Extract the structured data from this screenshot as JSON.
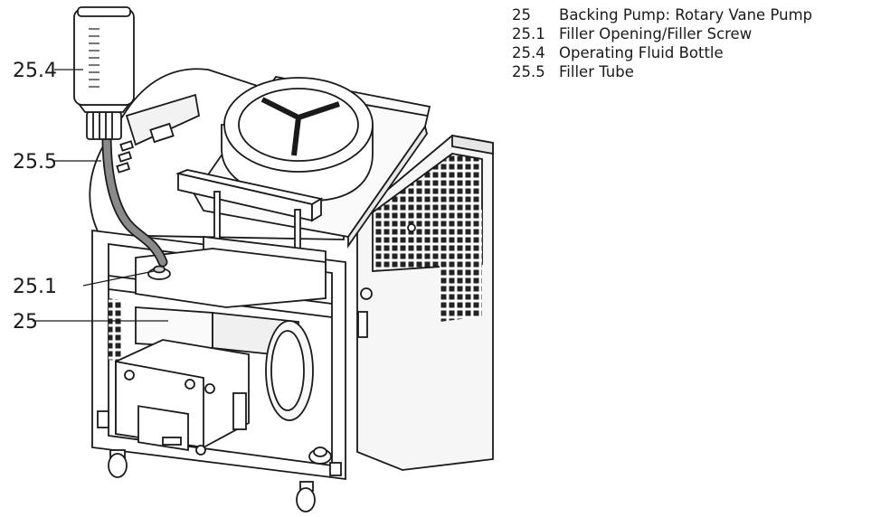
{
  "legend": [
    {
      "number": "25",
      "text": "Backing Pump: Rotary Vane Pump"
    },
    {
      "number": "25.1",
      "text": "Filler Opening/Filler Screw"
    },
    {
      "number": "25.4",
      "text": "Operating Fluid Bottle"
    },
    {
      "number": "25.5",
      "text": "Filler Tube"
    }
  ],
  "callouts": [
    {
      "key": "bottle",
      "label": "25.4"
    },
    {
      "key": "tube",
      "label": "25.5"
    },
    {
      "key": "filler",
      "label": "25.1"
    },
    {
      "key": "pump",
      "label": "25"
    }
  ],
  "colors": {
    "line": "#1a1a1a",
    "tube": "#8a8a8a",
    "mesh": "#222222",
    "panel": "#f4f4f4"
  }
}
